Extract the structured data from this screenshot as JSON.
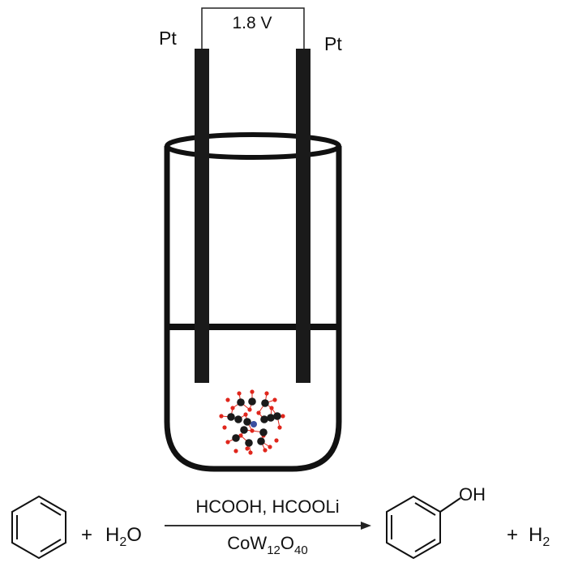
{
  "apparatus": {
    "voltage_label": "1.8 V",
    "left_electrode_label": "Pt",
    "right_electrode_label": "Pt",
    "catalyst_icon": "polyoxometalate-cluster-icon"
  },
  "reaction": {
    "reactant_1": "benzene",
    "plus_1": "+",
    "reactant_2_main": "H",
    "reactant_2_sub": "2",
    "reactant_2_tail": "O",
    "conditions_above": "HCOOH, HCOOLi",
    "catalyst_parts": [
      "Co",
      "W",
      "12",
      "O",
      "40"
    ],
    "product_1_substituent": "OH",
    "plus_2": "+",
    "product_2_main": "H",
    "product_2_sub": "2"
  },
  "colors": {
    "stroke": "#111111",
    "oxygen": "#e0261c",
    "metal": "#1a1a1a",
    "center_atom": "#3a4fa0"
  }
}
